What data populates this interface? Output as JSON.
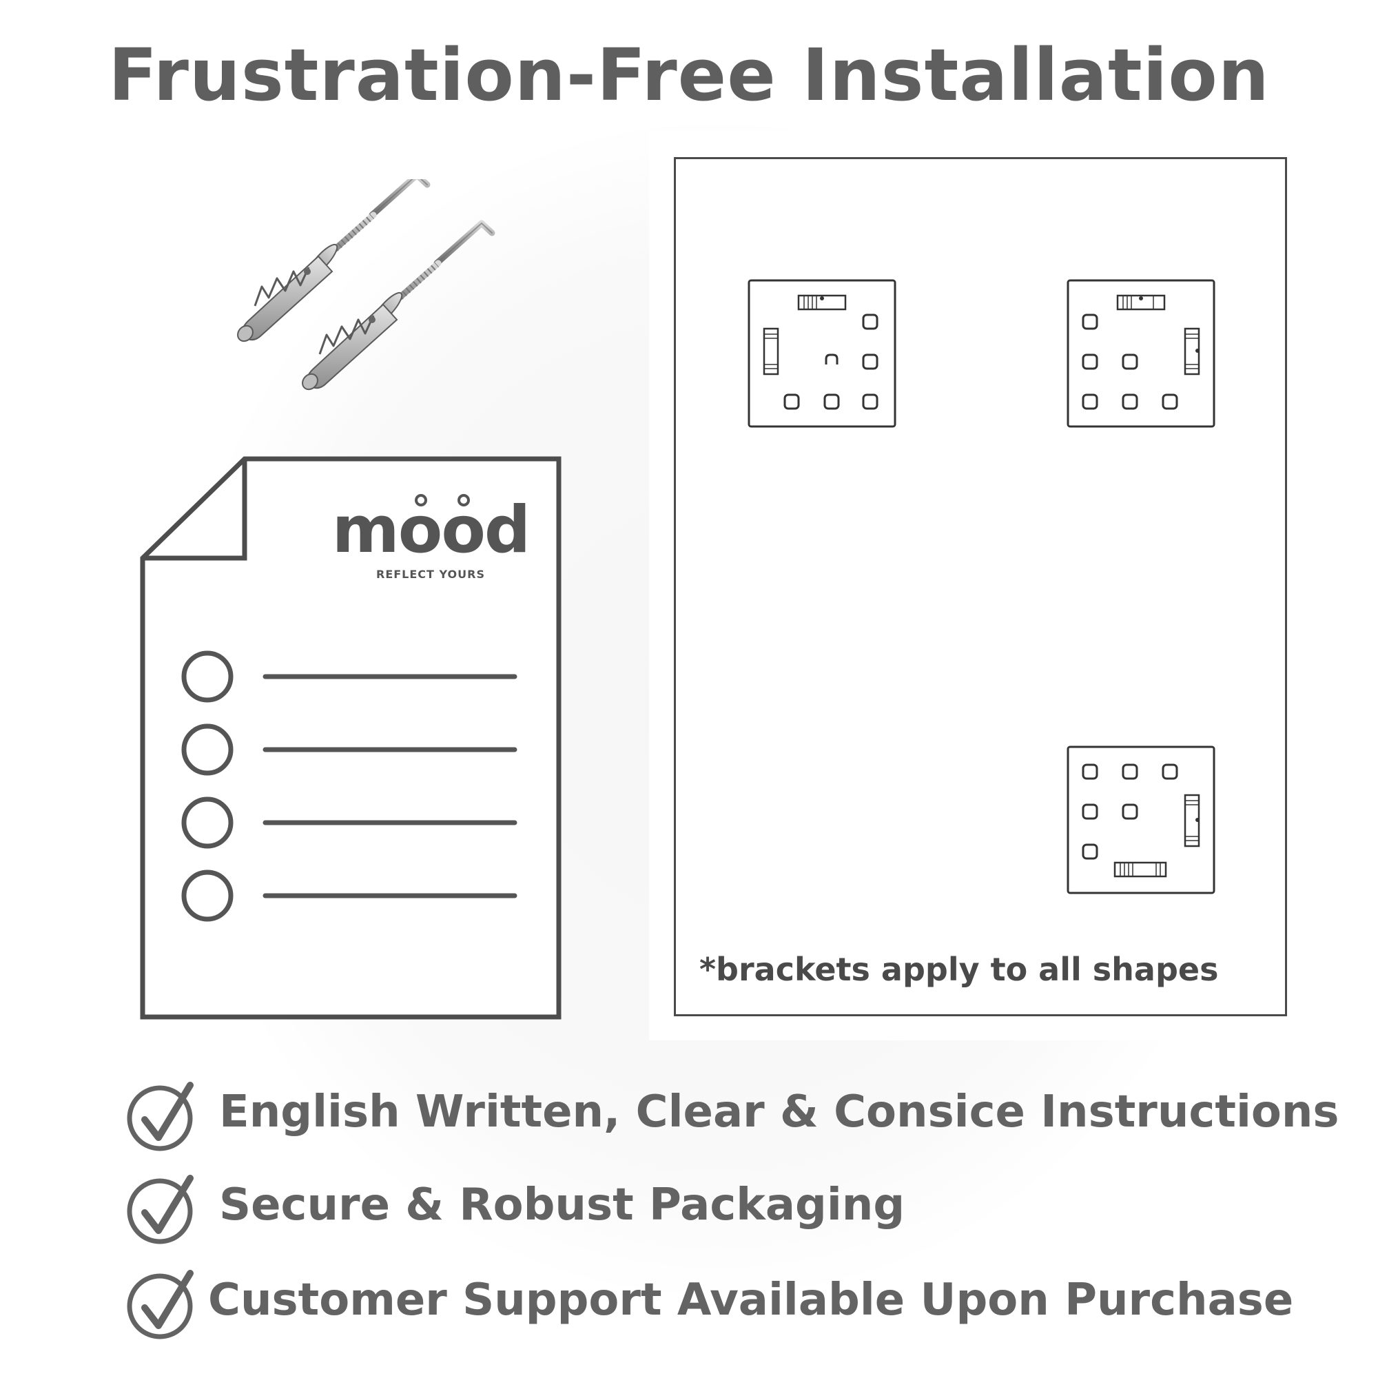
{
  "title": "Frustration-Free Installation",
  "logo": {
    "word": "mood",
    "tagline": "REFLECT YOURS"
  },
  "icons": {
    "screws": "wall-plug-hook-screws-icon",
    "document": "instruction-sheet-icon",
    "check": "check-circle-icon"
  },
  "diagram": {
    "note": "*brackets apply to all shapes",
    "brackets": [
      "top-left",
      "top-right",
      "bottom-right"
    ]
  },
  "features": [
    "English Written, Clear & Consice Instructions",
    "Secure & Robust Packaging",
    "Customer Support Available Upon Purchase"
  ],
  "colors": {
    "text": "#5f5f5f",
    "line": "#4a4a4a"
  }
}
